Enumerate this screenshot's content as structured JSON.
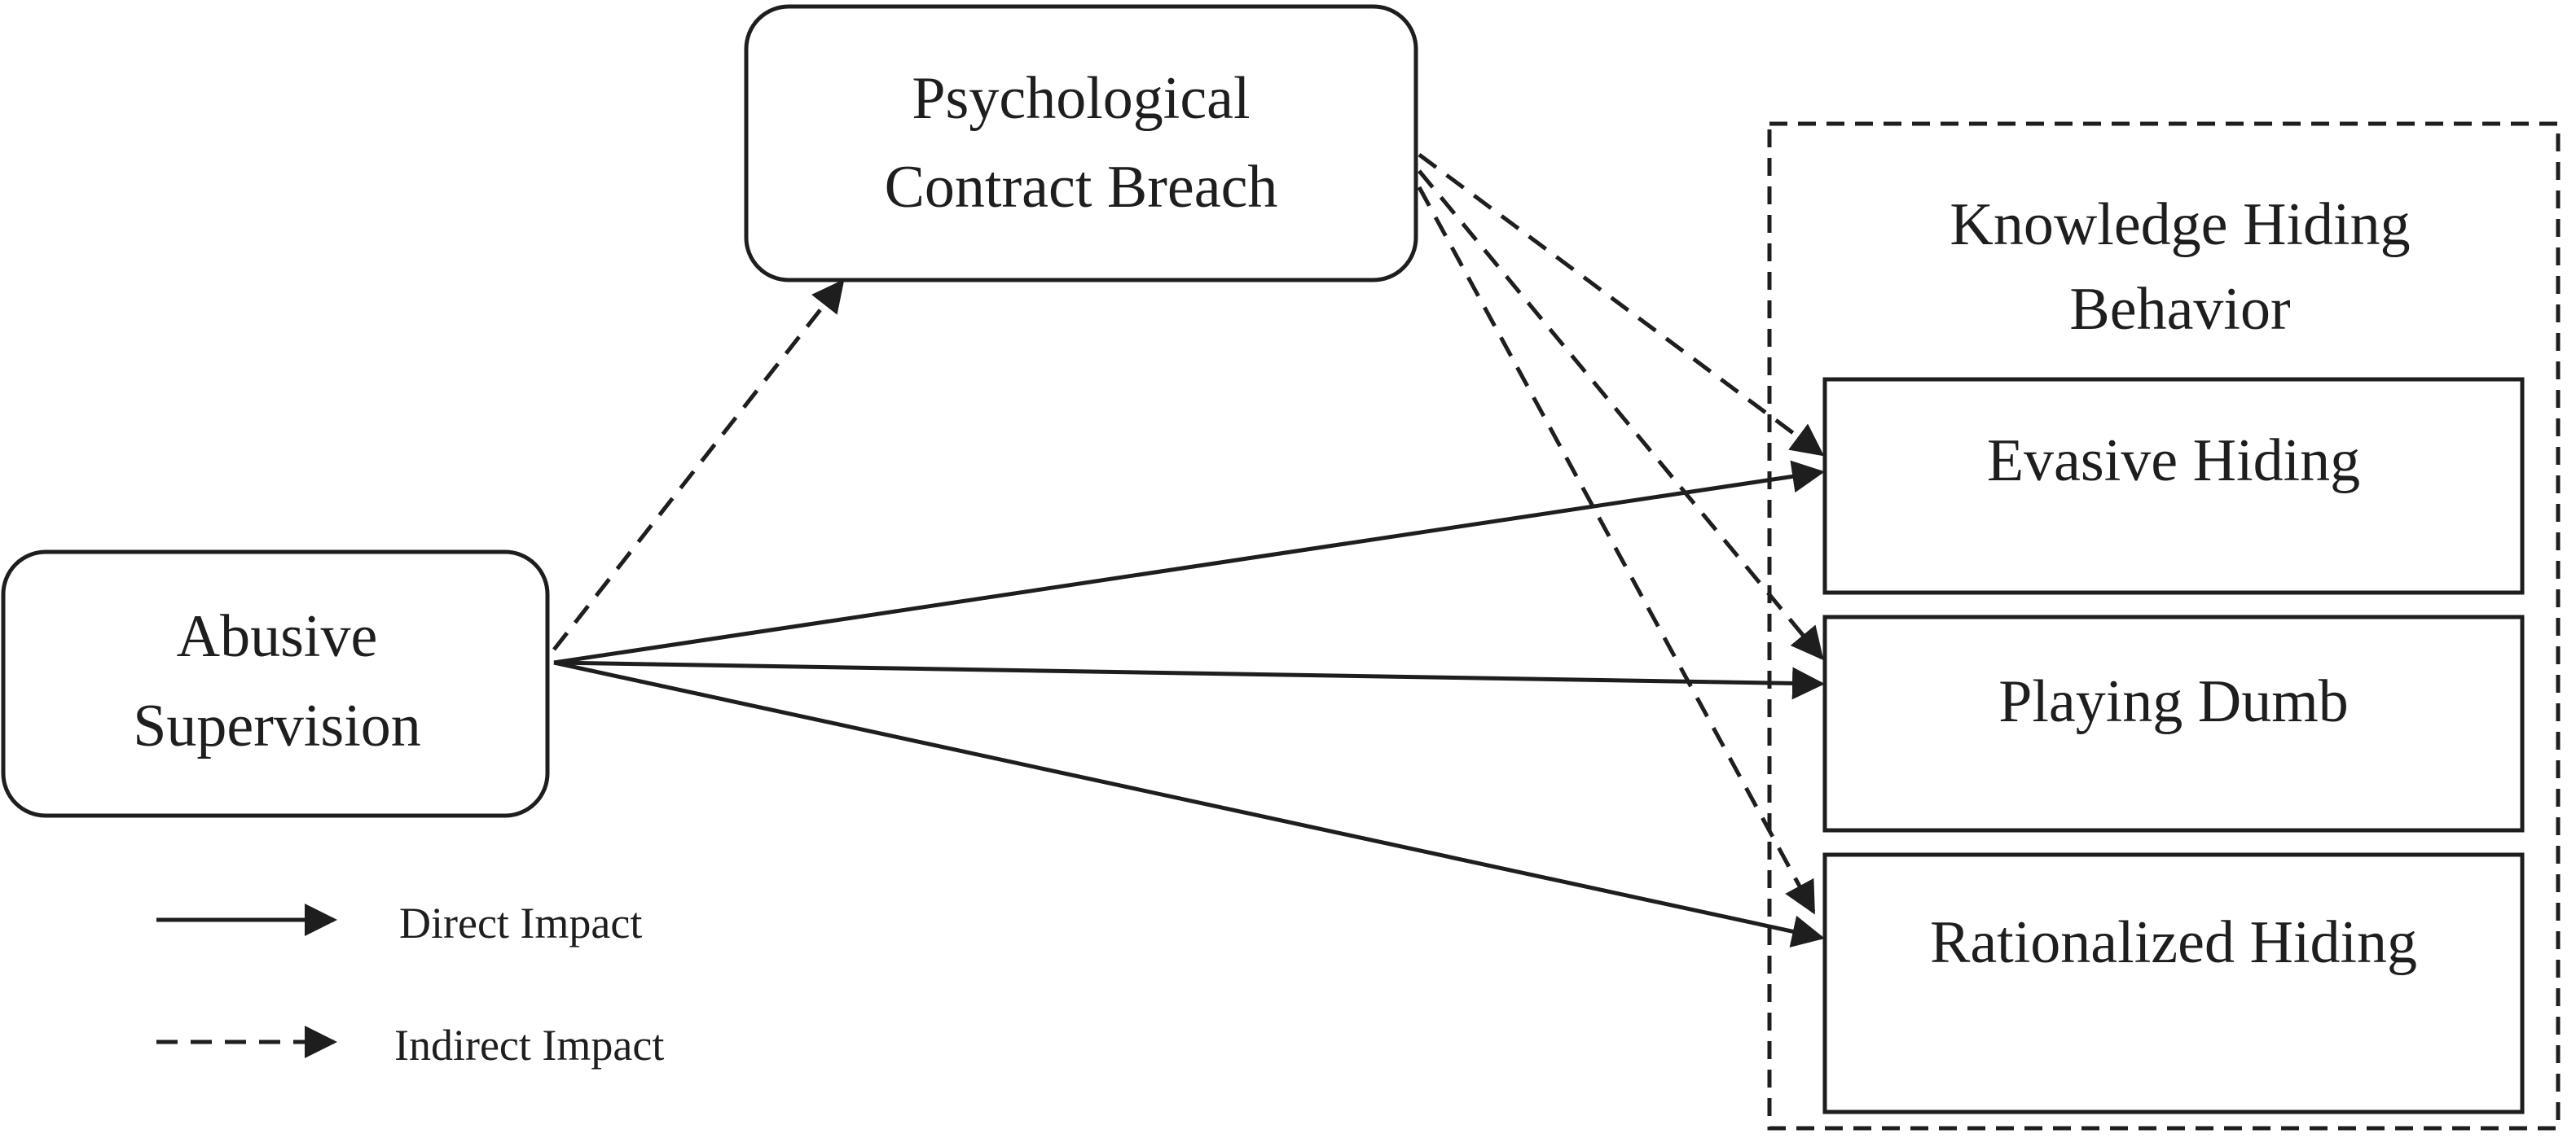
{
  "nodes": {
    "psychological_contract_breach": {
      "lines": [
        "Psychological",
        "Contract Breach"
      ]
    },
    "abusive_supervision": {
      "lines": [
        "Abusive",
        "Supervision"
      ]
    },
    "knowledge_hiding_behavior": {
      "lines": [
        "Knowledge Hiding",
        "Behavior"
      ]
    },
    "evasive_hiding": {
      "label": "Evasive Hiding"
    },
    "playing_dumb": {
      "label": "Playing Dumb"
    },
    "rationalized_hiding": {
      "label": "Rationalized Hiding"
    }
  },
  "edges": [
    {
      "from": "abusive_supervision",
      "to": "psychological_contract_breach",
      "style": "dashed"
    },
    {
      "from": "abusive_supervision",
      "to": "evasive_hiding",
      "style": "solid"
    },
    {
      "from": "abusive_supervision",
      "to": "playing_dumb",
      "style": "solid"
    },
    {
      "from": "abusive_supervision",
      "to": "rationalized_hiding",
      "style": "solid"
    },
    {
      "from": "psychological_contract_breach",
      "to": "evasive_hiding",
      "style": "dashed"
    },
    {
      "from": "psychological_contract_breach",
      "to": "playing_dumb",
      "style": "dashed"
    },
    {
      "from": "psychological_contract_breach",
      "to": "rationalized_hiding",
      "style": "dashed"
    }
  ],
  "legend": {
    "direct": "Direct Impact",
    "indirect": "Indirect Impact"
  }
}
